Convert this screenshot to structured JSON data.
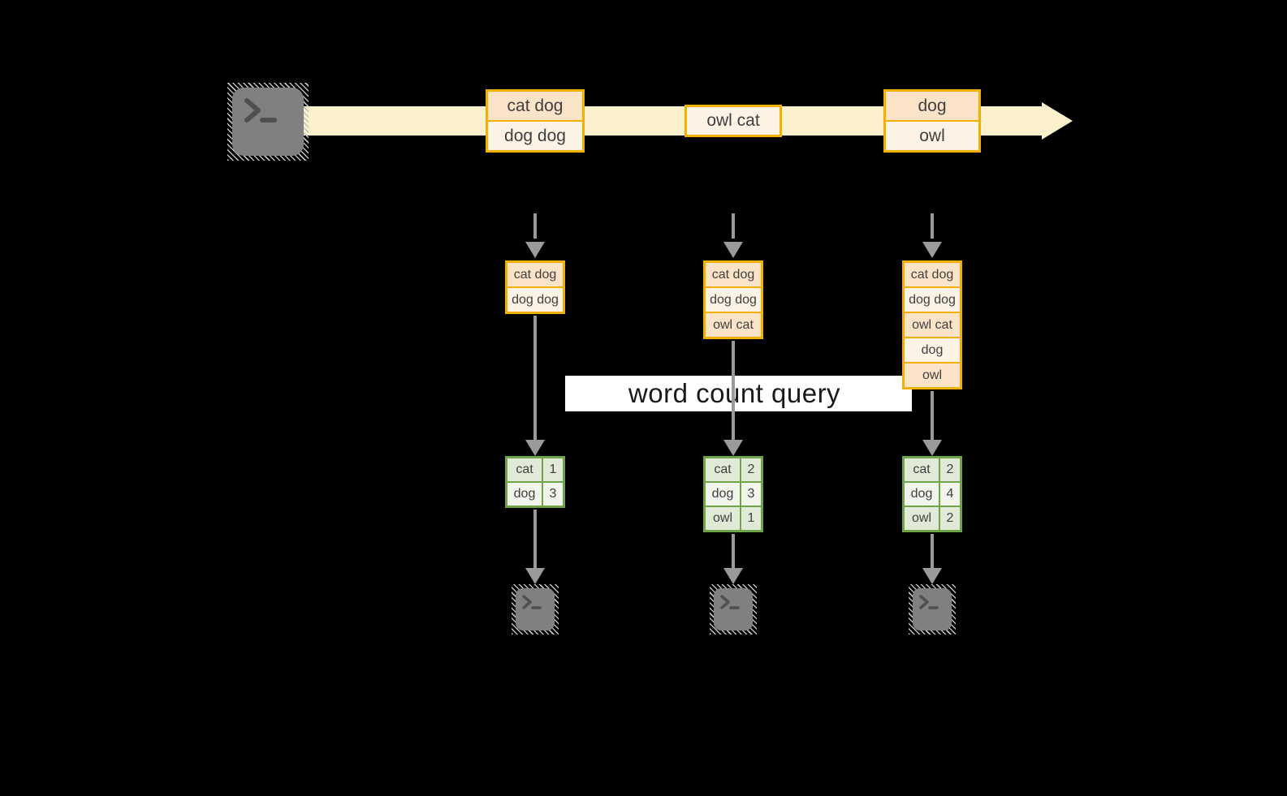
{
  "query": {
    "label": "word count query"
  },
  "stream": {
    "batches": [
      {
        "records": [
          "cat dog",
          "dog dog"
        ]
      },
      {
        "records": [
          "owl cat"
        ]
      },
      {
        "records": [
          "dog",
          "owl"
        ]
      }
    ]
  },
  "columns": [
    {
      "accumulated": [
        "cat dog",
        "dog dog"
      ],
      "counts": [
        {
          "word": "cat",
          "count": "1"
        },
        {
          "word": "dog",
          "count": "3"
        }
      ]
    },
    {
      "accumulated": [
        "cat dog",
        "dog dog",
        "owl cat"
      ],
      "counts": [
        {
          "word": "cat",
          "count": "2"
        },
        {
          "word": "dog",
          "count": "3"
        },
        {
          "word": "owl",
          "count": "1"
        }
      ]
    },
    {
      "accumulated": [
        "cat dog",
        "dog dog",
        "owl cat",
        "dog",
        "owl"
      ],
      "counts": [
        {
          "word": "cat",
          "count": "2"
        },
        {
          "word": "dog",
          "count": "4"
        },
        {
          "word": "owl",
          "count": "2"
        }
      ]
    }
  ],
  "icons": {
    "source": "terminal-icon",
    "outputs": [
      "terminal-icon",
      "terminal-icon",
      "terminal-icon"
    ]
  },
  "colors": {
    "background": "#000000",
    "stream_band": "#FBF1CD",
    "box_border": "#F2B100",
    "box_fill_peach": "#FBE3C8",
    "box_fill_cream": "#FDF3E4",
    "table_border": "#6FA548",
    "table_fill_dark": "#E1EAD6",
    "table_fill_light": "#F1F5EC",
    "arrow_gray": "#9A9A9A",
    "terminal_gray": "#808080",
    "query_band": "#FFFFFF",
    "text": "#3F3F3F"
  }
}
